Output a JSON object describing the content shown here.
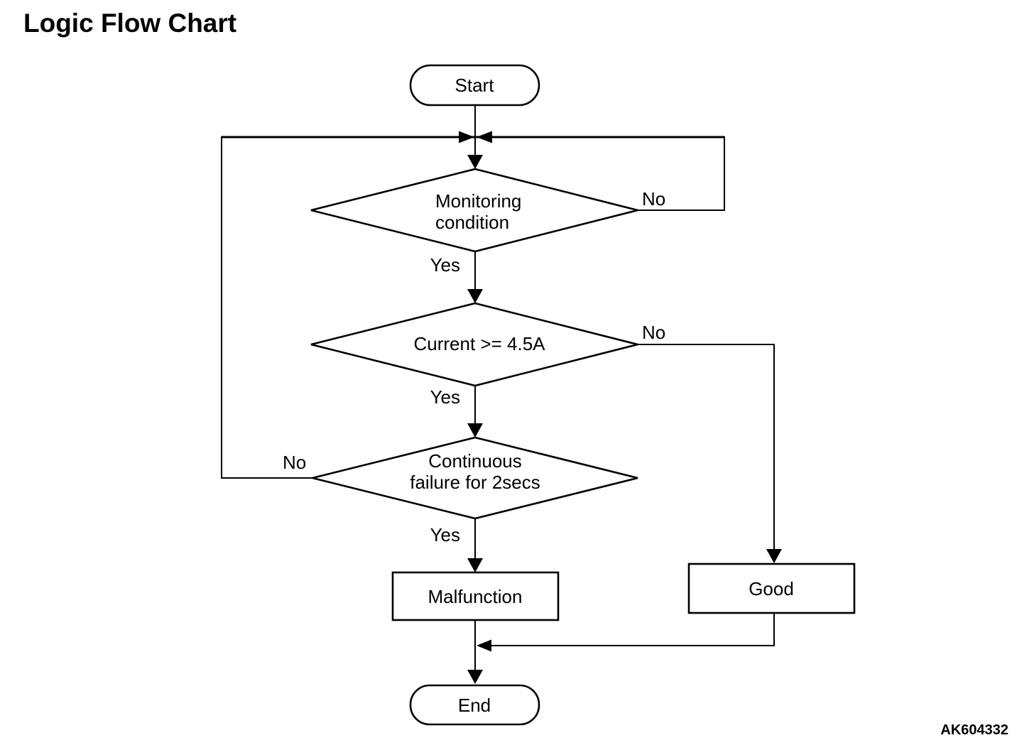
{
  "page": {
    "title": "Logic Flow Chart",
    "figure_code": "AK604332"
  },
  "diagram": {
    "type": "flowchart",
    "colors": {
      "line": "#000000",
      "text": "#000000",
      "background": "#ffffff"
    },
    "nodes": {
      "start": {
        "shape": "terminator",
        "label": "Start"
      },
      "monitoring": {
        "shape": "decision",
        "line1": "Monitoring",
        "line2": "condition"
      },
      "current": {
        "shape": "decision",
        "label": "Current >= 4.5A"
      },
      "continuous": {
        "shape": "decision",
        "line1": "Continuous",
        "line2": "failure for 2secs"
      },
      "malfunction": {
        "shape": "process",
        "label": "Malfunction"
      },
      "good": {
        "shape": "process",
        "label": "Good"
      },
      "end": {
        "shape": "terminator",
        "label": "End"
      }
    },
    "edge_labels": {
      "monitoring_no": "No",
      "monitoring_yes": "Yes",
      "current_no": "No",
      "current_yes": "Yes",
      "continuous_no": "No",
      "continuous_yes": "Yes"
    },
    "flow": [
      {
        "from": "start",
        "to": "monitoring",
        "label": ""
      },
      {
        "from": "monitoring",
        "to": "current",
        "label": "Yes"
      },
      {
        "from": "monitoring",
        "to": "monitoring",
        "label": "No"
      },
      {
        "from": "current",
        "to": "continuous",
        "label": "Yes"
      },
      {
        "from": "current",
        "to": "good",
        "label": "No"
      },
      {
        "from": "continuous",
        "to": "malfunction",
        "label": "Yes"
      },
      {
        "from": "continuous",
        "to": "monitoring",
        "label": "No"
      },
      {
        "from": "malfunction",
        "to": "end",
        "label": ""
      },
      {
        "from": "good",
        "to": "end",
        "label": ""
      }
    ]
  }
}
